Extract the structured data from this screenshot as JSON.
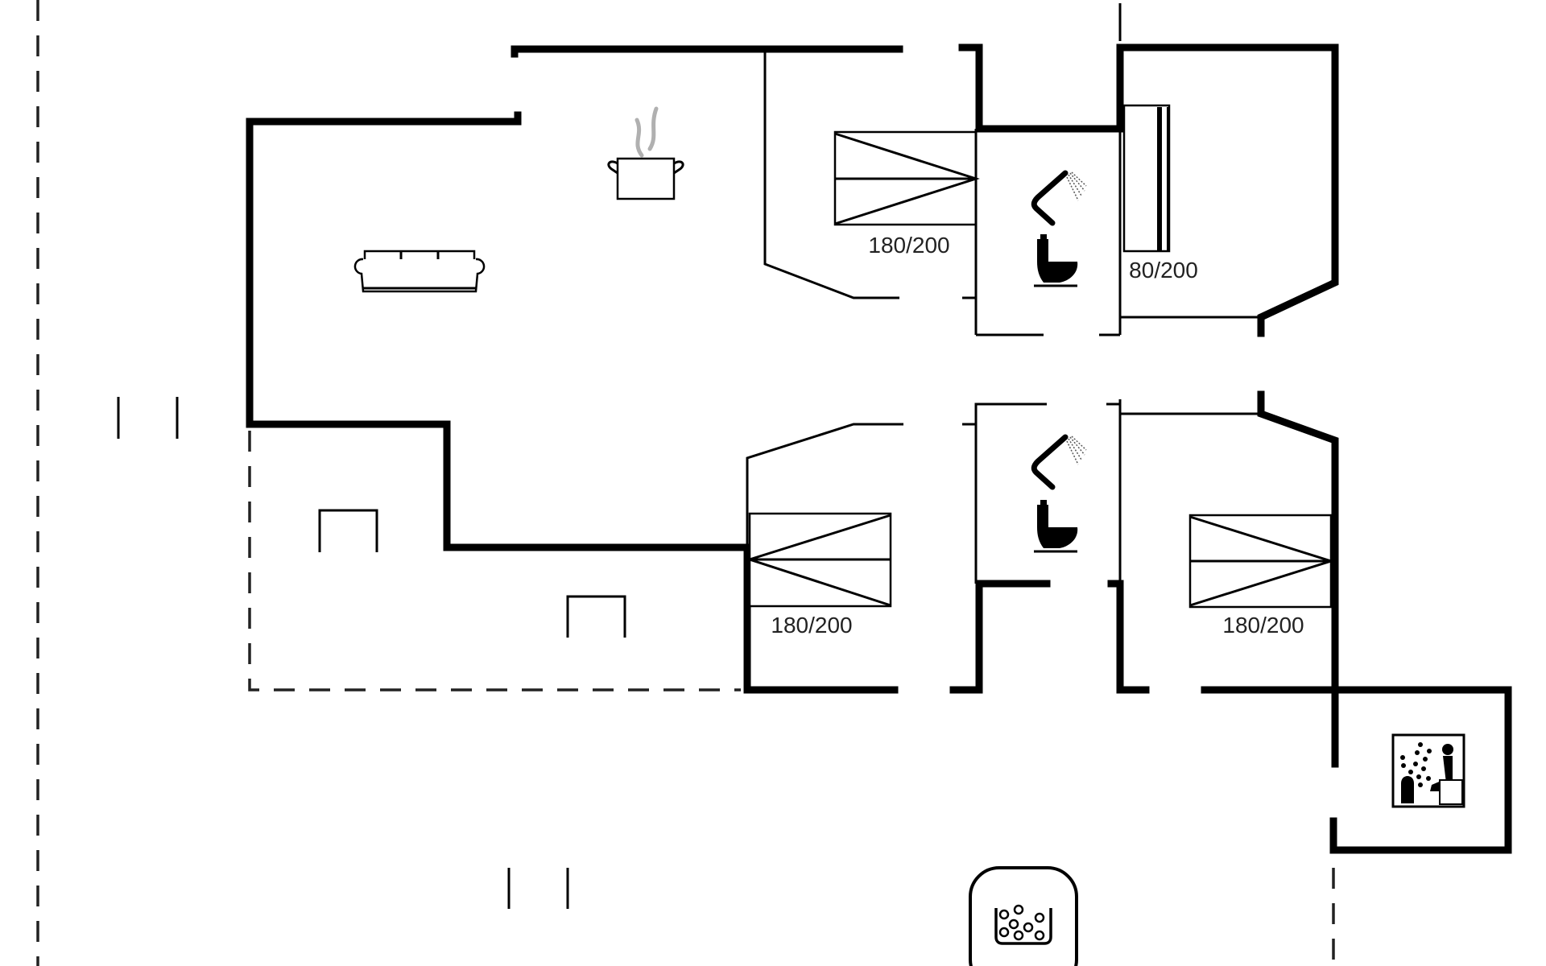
{
  "plan": {
    "type": "floor-plan",
    "colors": {
      "wall": "#000000",
      "text": "#222222",
      "steam": "#b0b0b0",
      "background": "#ffffff"
    },
    "bed_labels": {
      "bedroom_1": "180/200",
      "bedroom_2": "80/200",
      "bedroom_3": "180/200",
      "bedroom_4": "180/200"
    },
    "icons": [
      "sofa-icon",
      "cooking-pot-icon",
      "shower-icon",
      "toilet-icon",
      "sauna-icon",
      "hot-tub-icon",
      "bench-icon"
    ]
  }
}
